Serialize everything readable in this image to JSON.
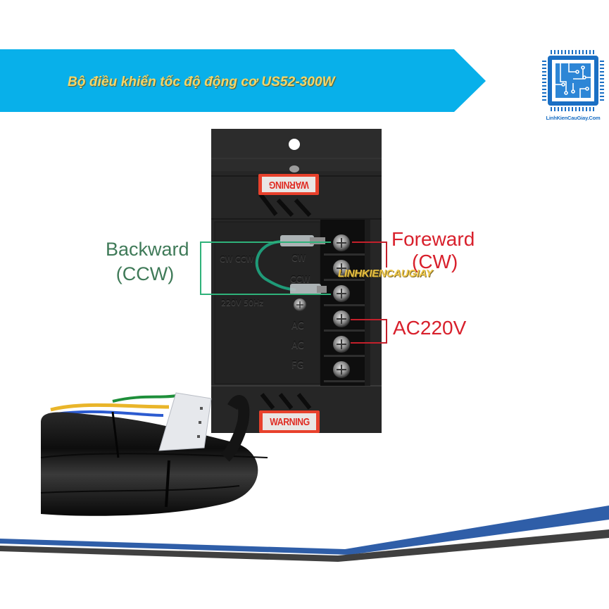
{
  "banner": {
    "title": "Bộ điều khiển tốc độ động cơ US52-300W",
    "color": "#08b0ea",
    "title_color": "#f0d66c"
  },
  "logo": {
    "icon": "circuit-chip-icon",
    "text": "LinhKienCauGiay.Com",
    "color": "#1a6fc4"
  },
  "product": {
    "name": "US52-300W speed controller",
    "warning_top": "WARNING",
    "warning_bottom": "WARNING",
    "panel_labels": {
      "cw_ccw": "CW CCW",
      "cw": "CW",
      "ccw": "CCW",
      "voltage": "220V 50Hz",
      "ac1": "AC",
      "ac2": "AC",
      "fg": "FG"
    },
    "terminal_count": 6
  },
  "annotations": {
    "backward": {
      "line1": "Backward",
      "line2": "(CCW)",
      "color": "#3f7a58"
    },
    "forward": {
      "line1": "Foreward",
      "line2": "(CW)",
      "color": "#d8202c"
    },
    "power": {
      "text": "AC220V",
      "color": "#d8202c"
    }
  },
  "watermark": "LINHKIENCAUGIAY",
  "footer": {
    "stripe_colors": [
      "#2f5ea8",
      "#404040"
    ]
  }
}
